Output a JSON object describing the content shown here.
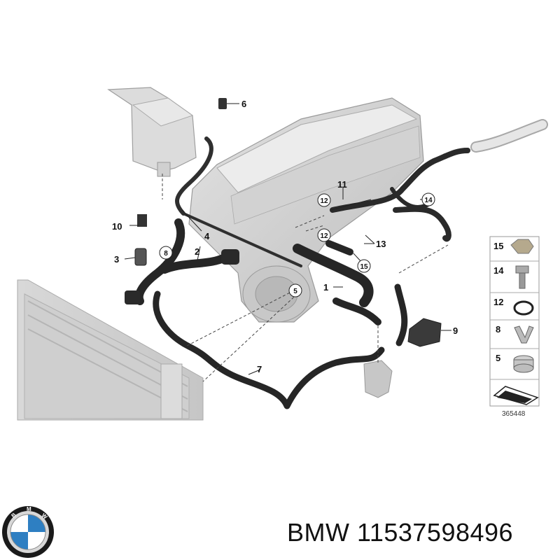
{
  "diagram": {
    "callouts": {
      "n1": "1",
      "n2": "2",
      "n3": "3",
      "n4": "4",
      "n5": "5",
      "n6": "6",
      "n7": "7",
      "n8": "8",
      "n9": "9",
      "n10": "10",
      "n11": "11",
      "n12a": "12",
      "n12b": "12",
      "n13": "13",
      "n14": "14",
      "n15": "15"
    },
    "legend": {
      "items": [
        "15",
        "14",
        "12",
        "8",
        "5"
      ],
      "reference_number": "365448"
    }
  },
  "footer": {
    "brand": "BMW",
    "part_number": "11537598496",
    "caption": "BMW 11537598496"
  }
}
